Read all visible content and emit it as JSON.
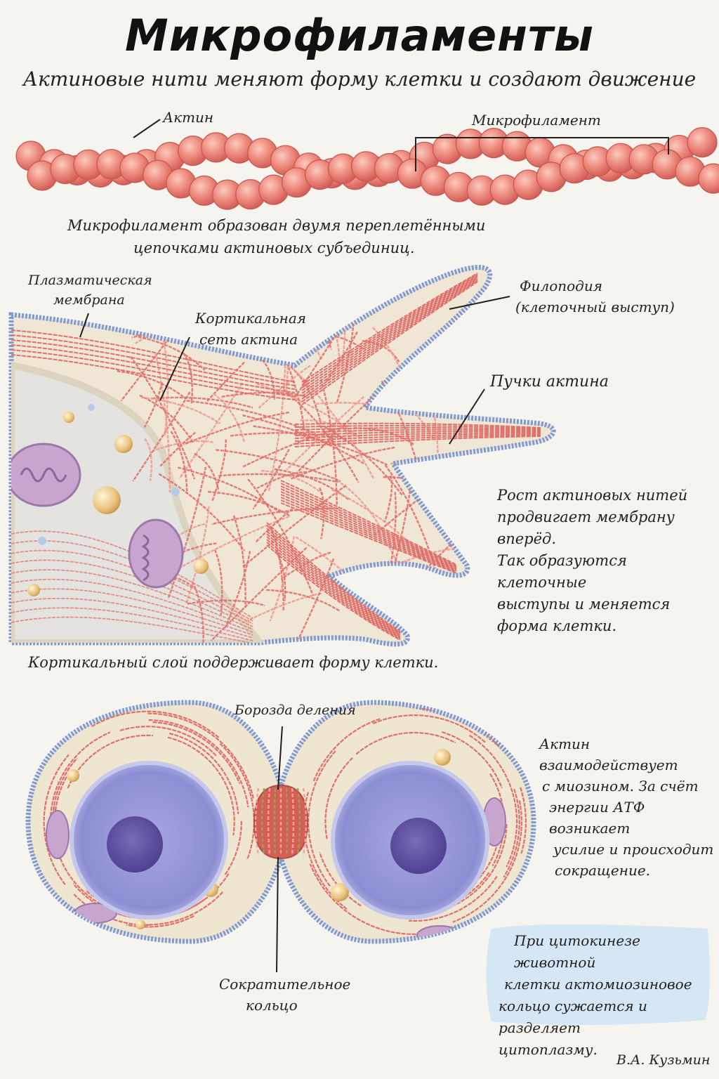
{
  "header": {
    "title": "Микрофиламенты",
    "subtitle": "Актиновые нити меняют форму клетки и создают движение"
  },
  "filament": {
    "label_actin": "Актин",
    "label_microfilament": "Микрофиламент",
    "caption_line1": "Микрофиламент образован двумя переплетёнными",
    "caption_line2": "цепочками актиновых субъединиц."
  },
  "cell_section": {
    "label_membrane_line1": "Плазматическая",
    "label_membrane_line2": "мембрана",
    "label_cortical_line1": "Кортикальная",
    "label_cortical_line2": "сеть актина",
    "label_filopodia_line1": "Филоподия",
    "label_filopodia_line2": "(клеточный выступ)",
    "label_bundles": "Пучки актина",
    "growth_text": [
      "Рост актиновых нитей",
      "продвигает мембрану вперёд.",
      "Так образуются клеточные",
      "выступы и меняется",
      "форма клетки."
    ],
    "caption": "Кортикальный слой поддерживает форму клетки."
  },
  "division_section": {
    "label_furrow": "Борозда деления",
    "label_ring_line1": "Сократительное",
    "label_ring_line2": "кольцо",
    "myosin_text": [
      "Актин взаимодействует",
      "с миозином. За счёт",
      "энергии АТФ возникает",
      "усилие и происходит",
      "сокращение."
    ],
    "cytokinesis_text": [
      "При цитокинезе животной",
      "клетки актомиозиновое",
      "кольцо сужается и разделяет",
      "цитоплазму."
    ]
  },
  "signature": "В.А. Кузьмин",
  "colors": {
    "background": "#f6f4ee",
    "actin": "#e8786c",
    "membrane": "#7f9bd0",
    "nucleus": "#8f8fd2",
    "note_highlight": "#cfe3f6"
  }
}
